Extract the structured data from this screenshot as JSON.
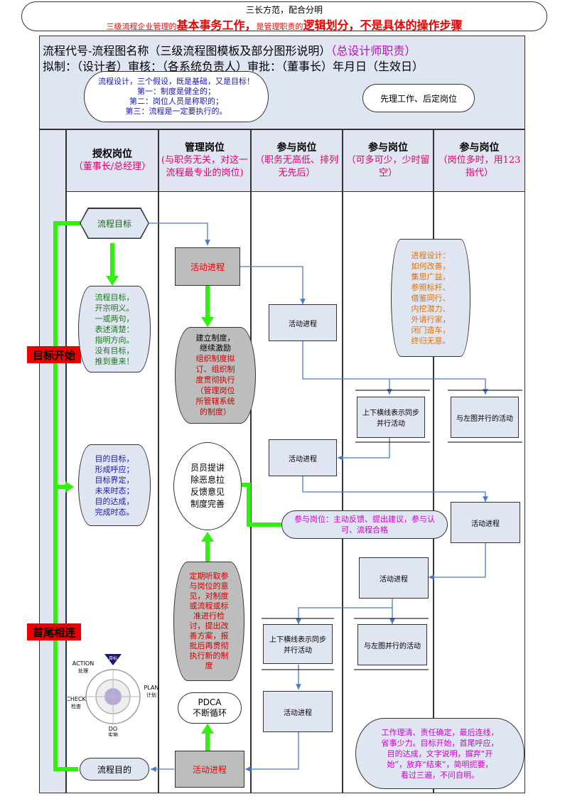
{
  "banner": {
    "line1": "三长方范，配合分明",
    "line2_a": "三级流程企业管理的",
    "line2_b": "基本事务工作，",
    "line2_c": "是管理职责的",
    "line2_d": "逻辑划分，不是具体的操作步骤"
  },
  "header": {
    "title_black": "流程代号-流程图名称（三级流程图模板及部分图形说明）",
    "title_magenta": "（总设计师职责）",
    "sign_line": "拟制：（设计者）审核：（各系统负责人）审批：（董事长）年月日（生效日）",
    "assumptions": [
      "流程设计，三个假设，既是基础，又是目标！",
      "第一：制度是健全的；",
      "第二：岗位人员是称职的；",
      "第三：流程是一定要执行的。"
    ],
    "principle": "先理工作、后定岗位"
  },
  "lanes": [
    {
      "title": "授权岗位",
      "sub": "（董事长/总经理）"
    },
    {
      "title": "管理岗位",
      "sub": "(与职务无关，对这一流程最专业的岗位)"
    },
    {
      "title": "参与岗位",
      "sub": "（职务无高低、排列无先后）"
    },
    {
      "title": "参与岗位",
      "sub": "（可多可少，少时留空）"
    },
    {
      "title": "参与岗位",
      "sub": "（岗位多时，用123指代）"
    }
  ],
  "side_tags": {
    "start": "目标开始",
    "loop": "首尾相连"
  },
  "nodes": {
    "goal": "流程目标",
    "goal_note": [
      "流程目标，",
      "开宗明义。",
      "一或两句，",
      "表述清楚：",
      "指明方向。",
      "没有目标，",
      "推到重来！"
    ],
    "activity_top": "活动进程",
    "system_title": [
      "建立制度，",
      "继续激励"
    ],
    "system_body": [
      "组织制度拟",
      "订、组织制",
      "度贯彻执行",
      "（管理岗位",
      "所管辖系统",
      "的制度）"
    ],
    "activity_p1a": "活动进程",
    "design_note": [
      "进程设计：",
      "如何改善，",
      "集思广益，",
      "参照标杆、",
      "借鉴同行、",
      "内挖潜力、",
      "外请行家，",
      "闭门造车，",
      "终归无意。"
    ],
    "parallel_p2a": "上下横线表示同步并行活动",
    "parallel_p3a": "与左图并行的活动",
    "activity_p1b": "活动进程",
    "purpose_note": [
      "目的目标，",
      "形成呼应；",
      "目标界定，",
      "未来时态；",
      "目的达成，",
      "完成时态。"
    ],
    "feedback": [
      "员员提讲",
      "除恶息拉",
      "反馈意见",
      "制度完善"
    ],
    "participate": "参与岗位：主动反馈、提出建议，参与认可、流程合格",
    "activity_p3b": "活动进程",
    "activity_p2b": "活动进程",
    "review_note": [
      "定期听取参",
      "与岗位的意",
      "见，对制度",
      "或流程或标",
      "准进行检",
      "讨，提出改",
      "善方案，报",
      "批后再贯彻",
      "执行新的制",
      "度"
    ],
    "parallel_p1c": "上下横线表示同步并行活动",
    "parallel_p2c": "与左图并行的活动",
    "activity_p1d": "活动进程",
    "pdca": [
      "PDCA",
      "不断循环"
    ],
    "activity_bottom": "活动进程",
    "purpose": "流程目的",
    "final_note": [
      "工作理清、责任确定，最后连线，",
      "省事少力。目标开始，首尾呼应，",
      "目的达成，文字说明，摒弃“开",
      "始”，放弃“结束”，简明扼要，",
      "看过三遍，不问自明。"
    ]
  },
  "pdca_wheel": {
    "action": "ACTION",
    "action_cn": "处理",
    "plan": "PLAN",
    "plan_cn": "计划",
    "do": "DO",
    "do_cn": "实施",
    "check": "CHECK",
    "check_cn": "检查",
    "target": "目标"
  },
  "colors": {
    "lane_fill": "#dfe6f2",
    "arrow_green": "#33ee11",
    "arrow_blue": "#4a7bc8",
    "red": "#e00000",
    "gray": "#bdbdbd"
  }
}
